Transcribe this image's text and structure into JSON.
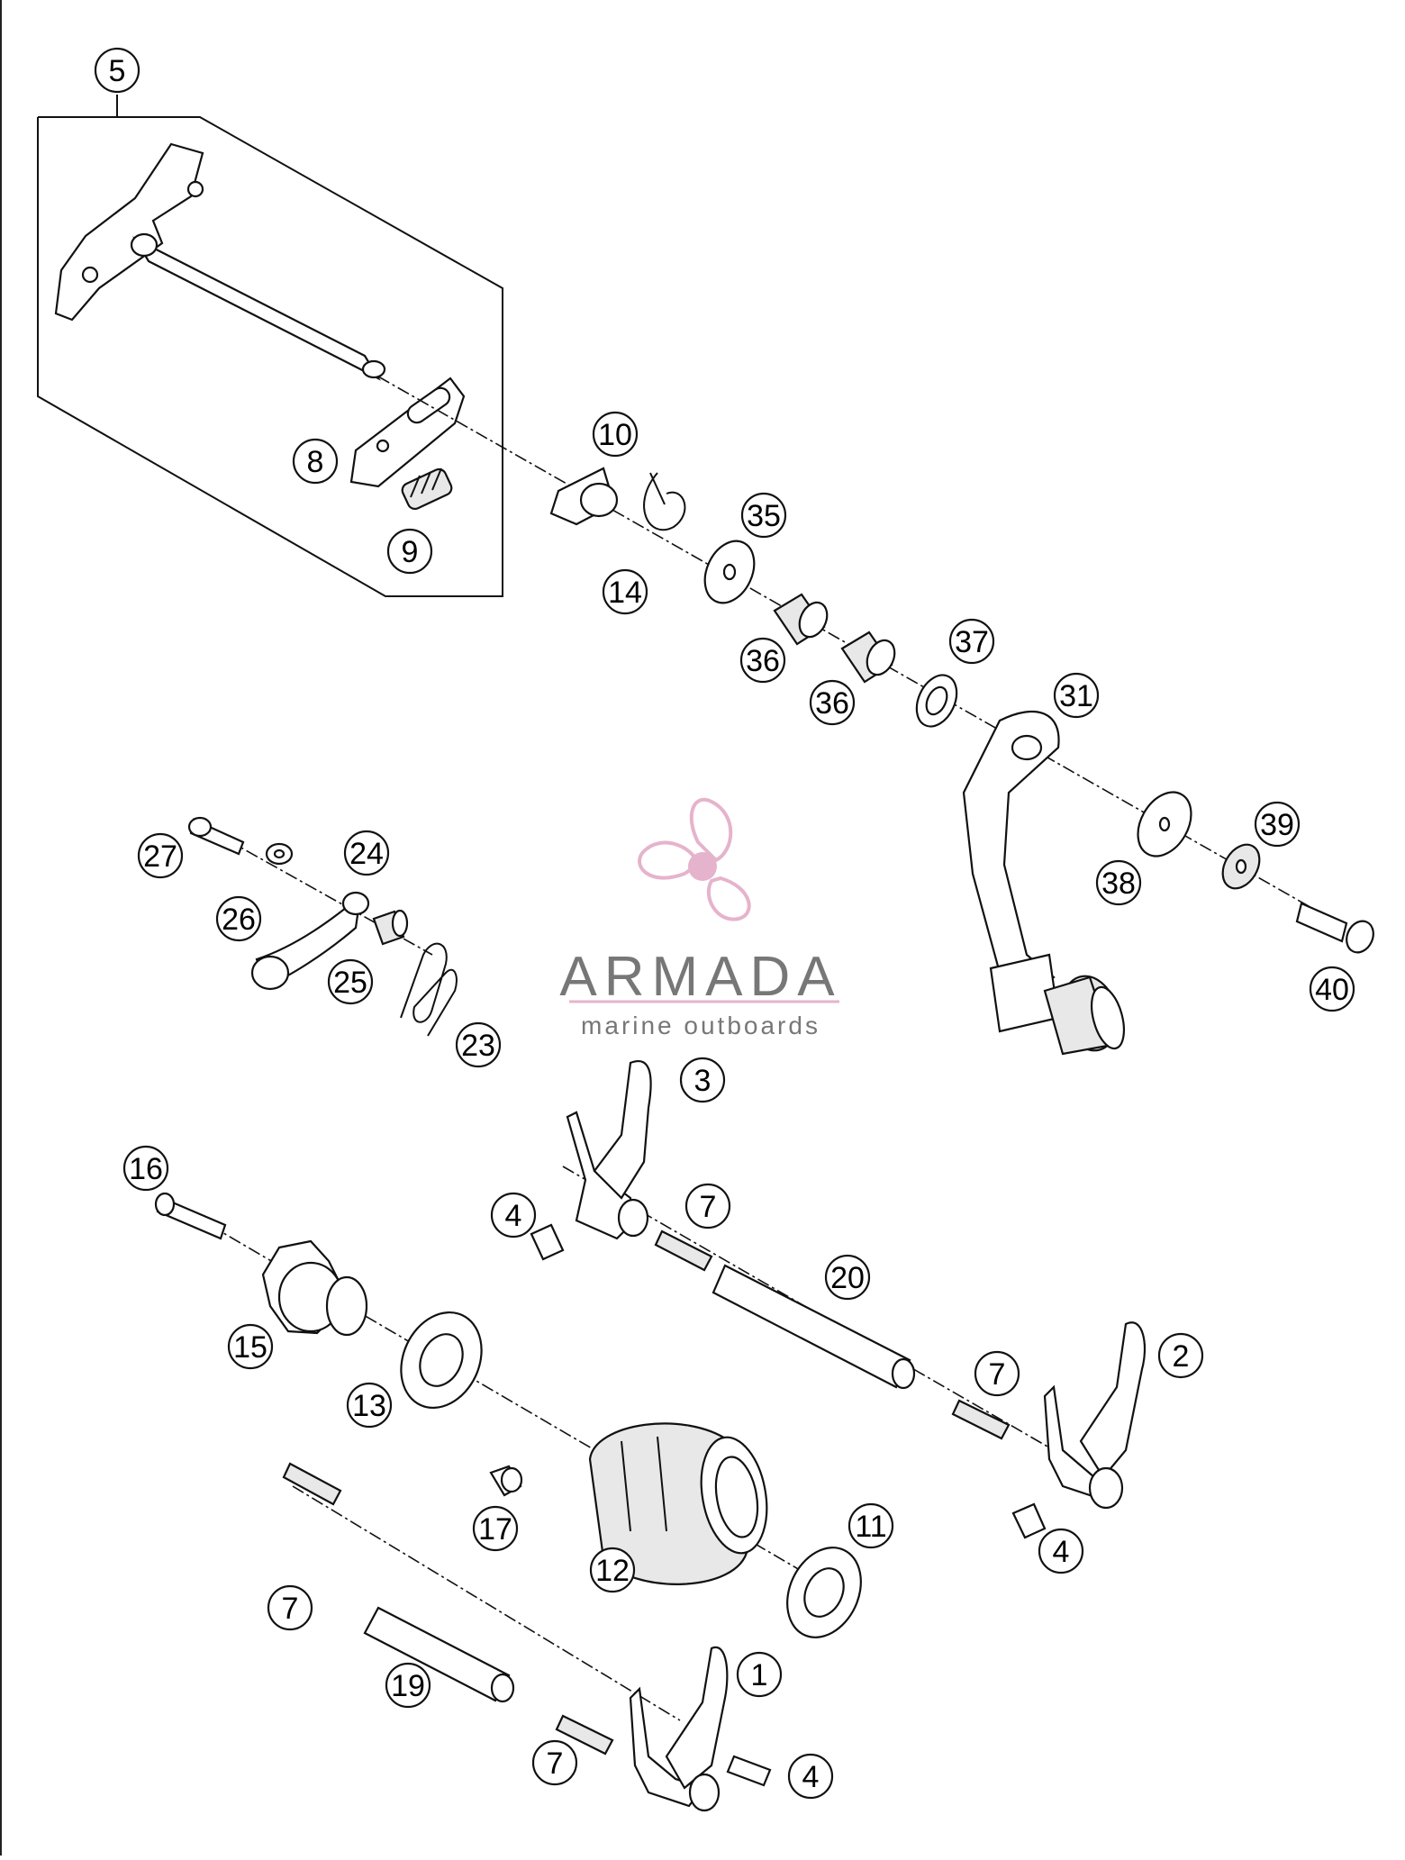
{
  "callouts": {
    "c5": "5",
    "c8": "8",
    "c9": "9",
    "c10": "10",
    "c14": "14",
    "c35": "35",
    "c36a": "36",
    "c36b": "36",
    "c37": "37",
    "c31": "31",
    "c38": "38",
    "c39": "39",
    "c40": "40",
    "c27": "27",
    "c24": "24",
    "c26": "26",
    "c25": "25",
    "c23": "23",
    "c3": "3",
    "c4a": "4",
    "c7a": "7",
    "c20": "20",
    "c2": "2",
    "c7b": "7",
    "c4b": "4",
    "c16": "16",
    "c15": "15",
    "c13": "13",
    "c17": "17",
    "c12": "12",
    "c11": "11",
    "c7c": "7",
    "c19": "19",
    "c1": "1",
    "c7d": "7",
    "c4c": "4"
  },
  "watermark": {
    "brand": "ARMADA",
    "tagline": "marine outboards",
    "color": "#e6b3cc"
  },
  "icons": {
    "logo": "propeller-icon"
  }
}
